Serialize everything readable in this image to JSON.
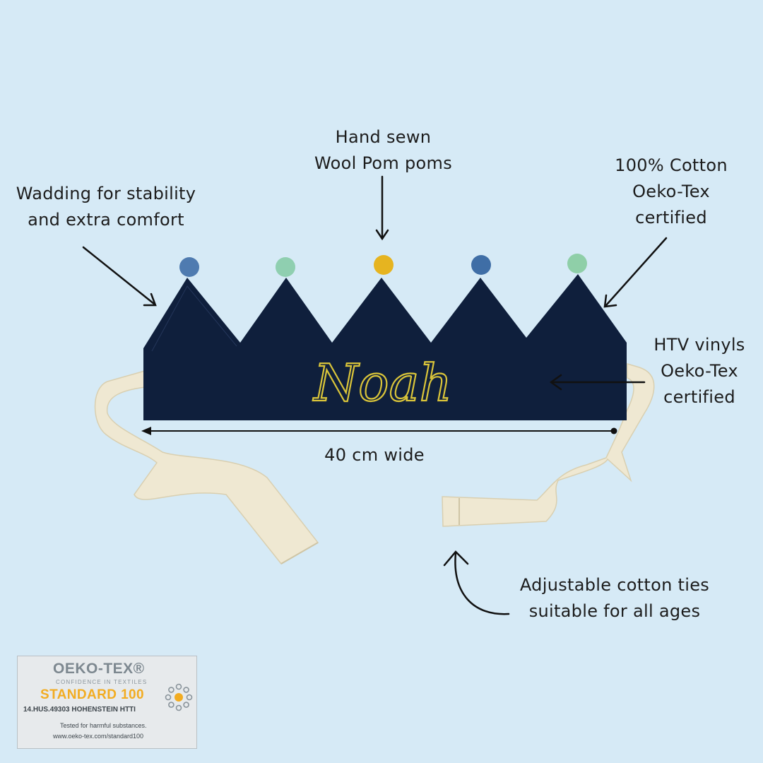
{
  "labels": {
    "wadding": {
      "line1": "Wadding for stability",
      "line2": "and extra comfort"
    },
    "pompoms": {
      "line1": "Hand sewn",
      "line2": "Wool Pom poms"
    },
    "cotton": {
      "line1": "100% Cotton",
      "line2": "Oeko-Tex",
      "line3": "certified"
    },
    "htv": {
      "line1": "HTV vinyls",
      "line2": "Oeko-Tex",
      "line3": "certified"
    },
    "width": "40 cm wide",
    "ties": {
      "line1": "Adjustable cotton ties",
      "line2": "suitable for all ages"
    }
  },
  "crown": {
    "name": "Noah",
    "fabric_color": "#0f1f3c",
    "text_color": "#d9c43a",
    "tie_color": "#efe8d2",
    "pompoms": [
      {
        "color": "#4f7bb0",
        "icon": "blue-pompom-icon"
      },
      {
        "color": "#8fcfb0",
        "icon": "mint-pompom-icon"
      },
      {
        "color": "#e6b420",
        "icon": "yellow-pompom-icon"
      },
      {
        "color": "#3f6ea6",
        "icon": "blue-pompom-icon"
      },
      {
        "color": "#8fcfa8",
        "icon": "mint-pompom-icon"
      }
    ]
  },
  "badge": {
    "title": "OEKO-TEX®",
    "tagline": "CONFIDENCE IN TEXTILES",
    "standard": "STANDARD 100",
    "code": "14.HUS.49303 HOHENSTEIN HTTI",
    "tested": "Tested for harmful substances.",
    "url": "www.oeko-tex.com/standard100",
    "accent_color": "#f2ac21"
  }
}
